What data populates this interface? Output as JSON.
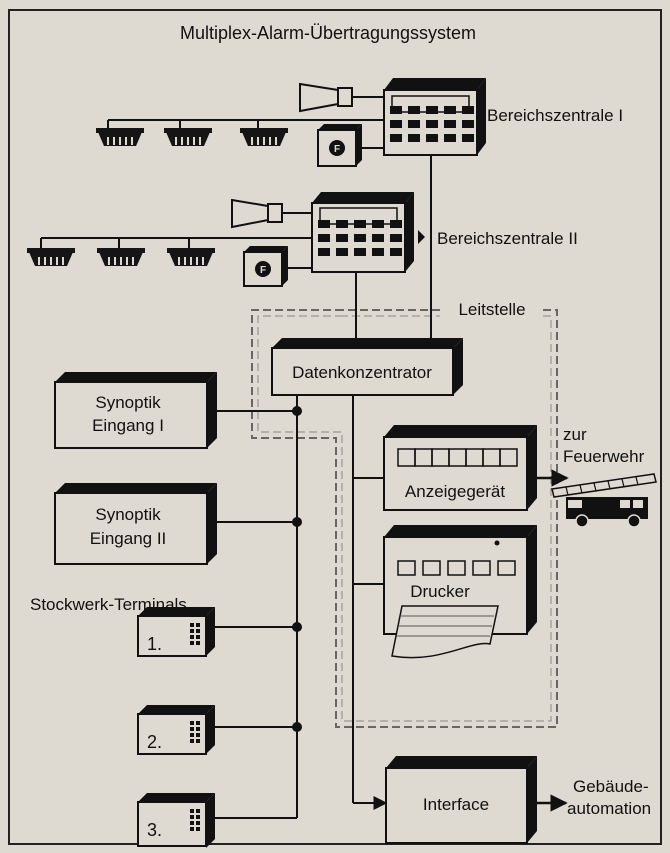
{
  "diagram": {
    "title": "Multiplex-Alarm-Übertragungssystem",
    "nodes": {
      "bereich1": "Bereichszentrale I",
      "bereich2": "Bereichszentrale II",
      "leitstelle": "Leitstelle",
      "datenkonzentrator": "Datenkonzentrator",
      "synoptik1_line1": "Synoptik",
      "synoptik1_line2": "Eingang I",
      "synoptik2_line1": "Synoptik",
      "synoptik2_line2": "Eingang II",
      "stockwerk": "Stockwerk-Terminals",
      "terminal1": "1.",
      "terminal2": "2.",
      "terminal3": "3.",
      "anzeigegeraet": "Anzeigegerät",
      "drucker": "Drucker",
      "interface": "Interface",
      "feuerwehr_line1": "zur",
      "feuerwehr_line2": "Feuerwehr",
      "gebaeude_line1": "Gebäude-",
      "gebaeude_line2": "automation",
      "f_badge": "F"
    },
    "icons": [
      "alarm-horn-icon",
      "smoke-detector-icon",
      "fire-button-icon",
      "fire-truck-icon"
    ]
  }
}
